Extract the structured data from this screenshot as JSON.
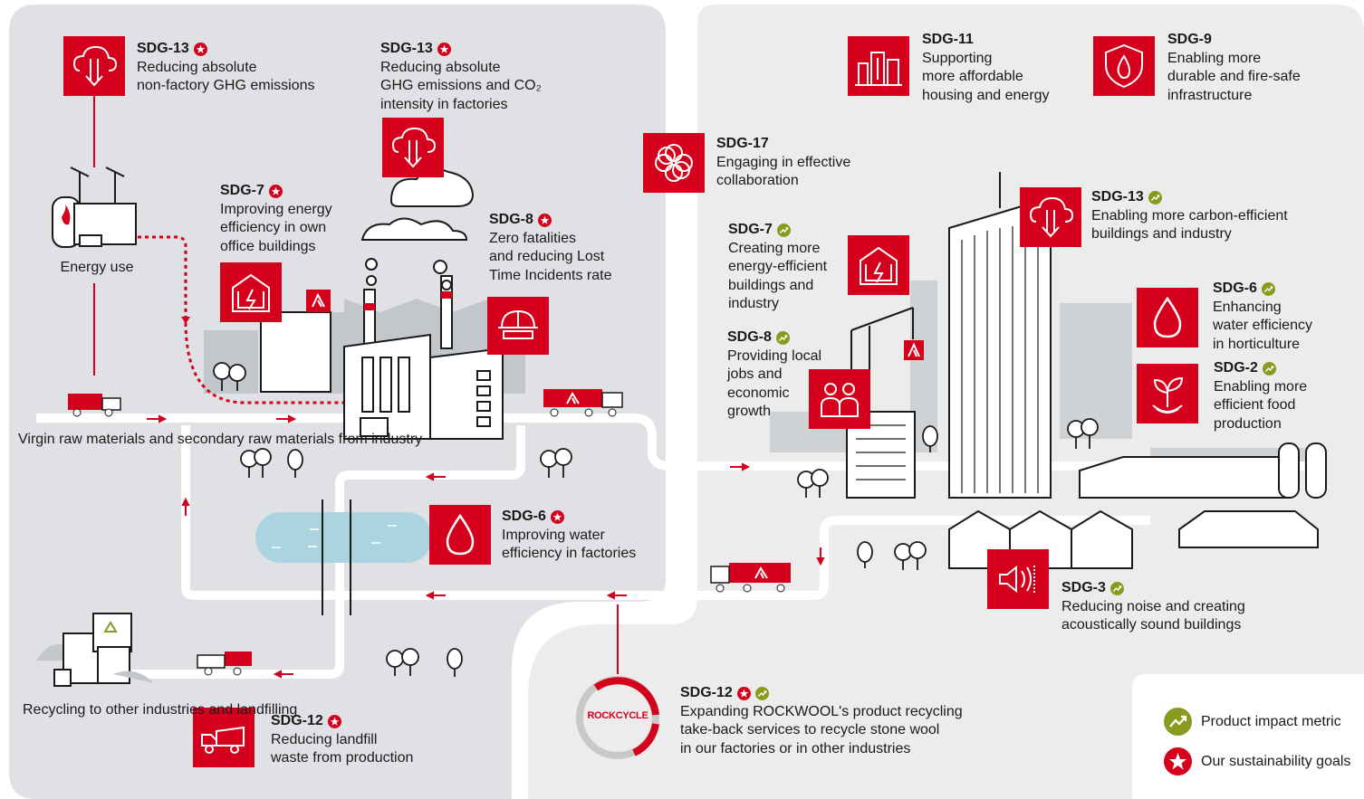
{
  "colors": {
    "red": "#d5001c",
    "olive": "#8a9a1e",
    "grey_panel": "#dfe1e4",
    "light_panel": "#ececec"
  },
  "captions": {
    "energy_use": "Energy use",
    "virgin_raw": [
      "Virgin raw materials",
      "and secondary",
      "raw materials",
      "from industry"
    ],
    "recycling": [
      "Recycling to other",
      "industries",
      "and landfilling"
    ]
  },
  "labels": [
    {
      "id": "sdg13_nonfactory",
      "code": "SDG-13",
      "badges": [
        "star"
      ],
      "lines": [
        "Reducing absolute",
        "non-factory GHG emissions"
      ]
    },
    {
      "id": "sdg13_factories",
      "code": "SDG-13",
      "badges": [
        "star"
      ],
      "lines": [
        "Reducing absolute",
        "GHG emissions and CO₂",
        "intensity in factories"
      ]
    },
    {
      "id": "sdg7_office",
      "code": "SDG-7",
      "badges": [
        "star"
      ],
      "lines": [
        "Improving energy",
        "efficiency in own",
        "office buildings"
      ]
    },
    {
      "id": "sdg8_fatalities",
      "code": "SDG-8",
      "badges": [
        "star"
      ],
      "lines": [
        "Zero fatalities",
        "and reducing Lost",
        "Time Incidents rate"
      ]
    },
    {
      "id": "sdg6_factories",
      "code": "SDG-6",
      "badges": [
        "star"
      ],
      "lines": [
        "Improving water",
        "efficiency in factories"
      ]
    },
    {
      "id": "sdg12_landfill",
      "code": "SDG-12",
      "badges": [
        "star"
      ],
      "lines": [
        "Reducing landfill",
        "waste from production"
      ]
    },
    {
      "id": "sdg11",
      "code": "SDG-11",
      "badges": [],
      "lines": [
        "Supporting",
        "more affordable",
        "housing and energy"
      ]
    },
    {
      "id": "sdg9",
      "code": "SDG-9",
      "badges": [],
      "lines": [
        "Enabling more",
        "durable and fire-safe",
        "infrastructure"
      ]
    },
    {
      "id": "sdg17",
      "code": "SDG-17",
      "badges": [],
      "lines": [
        "Engaging in effective",
        "collaboration"
      ]
    },
    {
      "id": "sdg13_carbon",
      "code": "SDG-13",
      "badges": [
        "check"
      ],
      "lines": [
        "Enabling more carbon-efficient",
        "buildings and industry"
      ]
    },
    {
      "id": "sdg7_buildings",
      "code": "SDG-7",
      "badges": [
        "check"
      ],
      "lines": [
        "Creating more",
        "energy-efficient",
        "buildings and",
        "industry"
      ]
    },
    {
      "id": "sdg8_jobs",
      "code": "SDG-8",
      "badges": [
        "check"
      ],
      "lines": [
        "Providing local",
        "jobs and",
        "economic",
        "growth"
      ]
    },
    {
      "id": "sdg6_horti",
      "code": "SDG-6",
      "badges": [
        "check"
      ],
      "lines": [
        "Enhancing",
        "water efficiency",
        "in horticulture"
      ]
    },
    {
      "id": "sdg2",
      "code": "SDG-2",
      "badges": [
        "check"
      ],
      "lines": [
        "Enabling more",
        "efficient food",
        "production"
      ]
    },
    {
      "id": "sdg3",
      "code": "SDG-3",
      "badges": [
        "check"
      ],
      "lines": [
        "Reducing noise and creating",
        "acoustically sound buildings"
      ]
    },
    {
      "id": "sdg12_recycling",
      "code": "SDG-12",
      "badges": [
        "star",
        "check"
      ],
      "lines": [
        "Expanding ROCKWOOL's product recycling",
        "take-back services to recycle stone wool",
        "in our factories or in other industries"
      ]
    }
  ],
  "logo_text": "ROCKCYCLE",
  "legend": {
    "product_impact": "Product impact metric",
    "sustainability_goals": "Our sustainability goals"
  }
}
